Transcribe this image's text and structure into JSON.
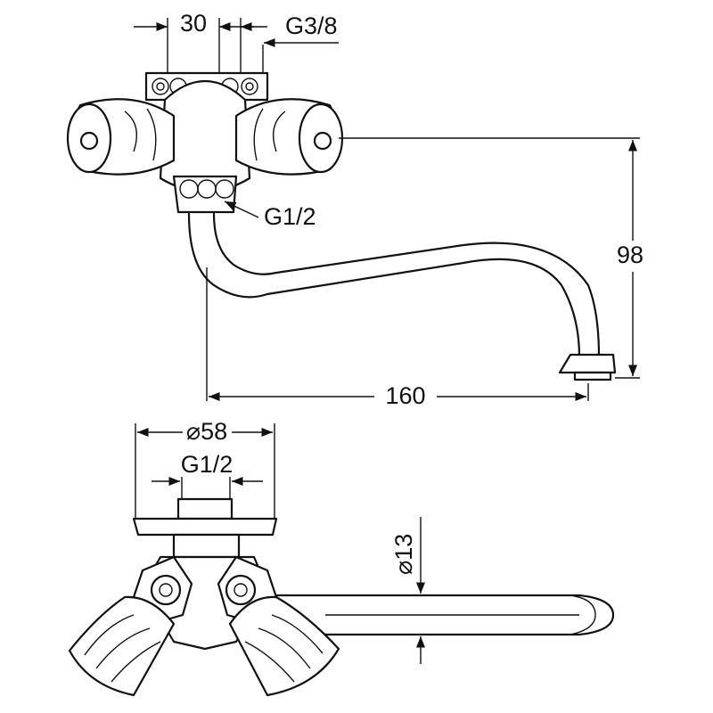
{
  "dimensions": {
    "top_width": "30",
    "thread_outlet": "G3/8",
    "thread_inlet": "G1/2",
    "height": "98",
    "reach": "160",
    "diameter_body": "⌀58",
    "thread_bottom": "G1/2",
    "diameter_spout": "⌀13"
  },
  "colors": {
    "line": "#111111",
    "background": "#ffffff"
  }
}
